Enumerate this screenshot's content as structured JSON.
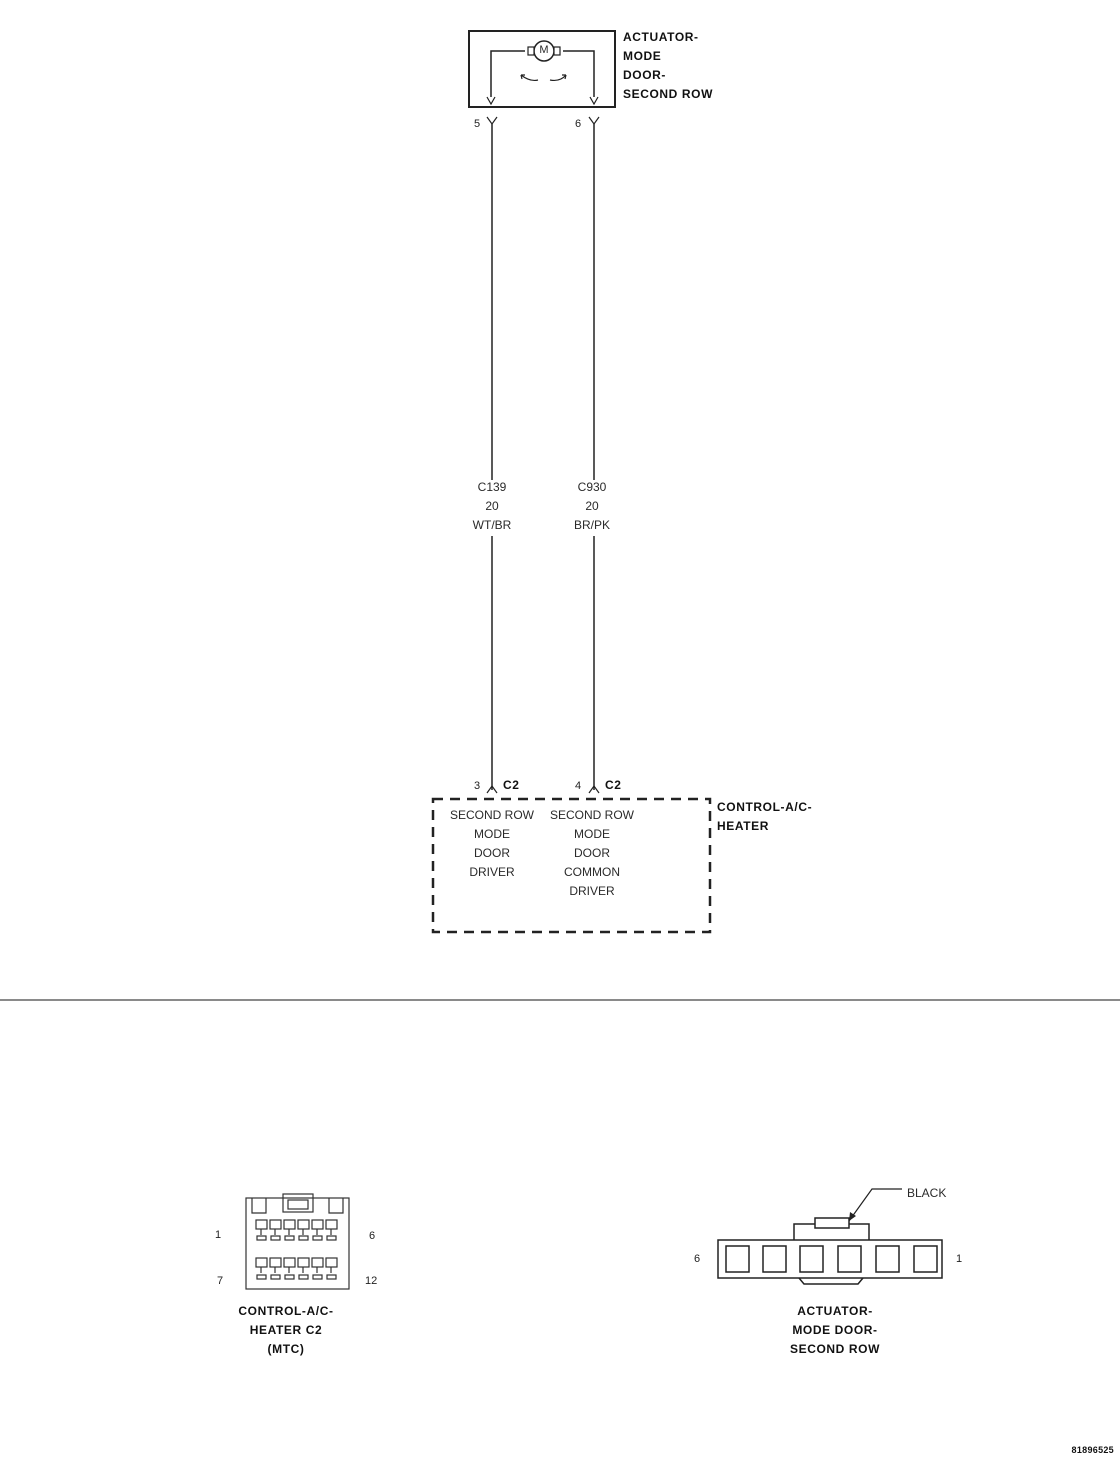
{
  "actuator": {
    "title_lines": [
      "ACTUATOR-",
      "MODE",
      "DOOR-",
      "SECOND ROW"
    ],
    "motor_symbol": "M"
  },
  "pins": {
    "actuator_left": "5",
    "actuator_right": "6",
    "module_left": "3",
    "module_right": "4",
    "module_connector": "C2"
  },
  "wires": [
    {
      "circuit": "C139",
      "gauge": "20",
      "color": "WT/BR"
    },
    {
      "circuit": "C930",
      "gauge": "20",
      "color": "BR/PK"
    }
  ],
  "module": {
    "title_lines": [
      "CONTROL-A/C-",
      "HEATER"
    ],
    "left_function": [
      "SECOND ROW",
      "MODE",
      "DOOR",
      "DRIVER"
    ],
    "right_function": [
      "SECOND ROW",
      "MODE",
      "DOOR",
      "COMMON",
      "DRIVER"
    ]
  },
  "connector_heater": {
    "pin_top_left": "1",
    "pin_top_right": "6",
    "pin_bottom_left": "7",
    "pin_bottom_right": "12",
    "caption_lines": [
      "CONTROL-A/C-",
      "HEATER C2",
      "(MTC)"
    ]
  },
  "connector_actuator": {
    "color_label": "BLACK",
    "pin_left": "6",
    "pin_right": "1",
    "caption_lines": [
      "ACTUATOR-",
      "MODE DOOR-",
      "SECOND ROW"
    ]
  },
  "figure_id": "81896525"
}
